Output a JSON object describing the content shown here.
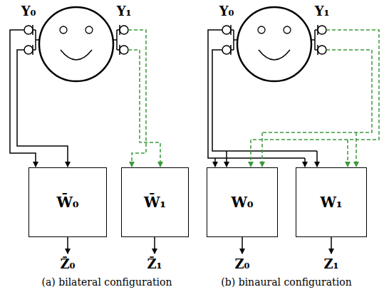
{
  "diagram": {
    "nodes": [
      {
        "text": [
          "W̄₀"
        ]
      },
      {
        "text": [
          "W̄₁"
        ]
      },
      {
        "text": [
          "W₀"
        ]
      },
      {
        "text": [
          "W₁"
        ]
      }
    ],
    "labels": [
      "Y₀",
      "Y₁",
      "Y₀",
      "Y₁",
      "Z̄₀",
      "Z̄₁",
      "Z₀",
      "Z₁",
      "(a) bilateral configuration",
      "(b) binaural configuration"
    ]
  }
}
